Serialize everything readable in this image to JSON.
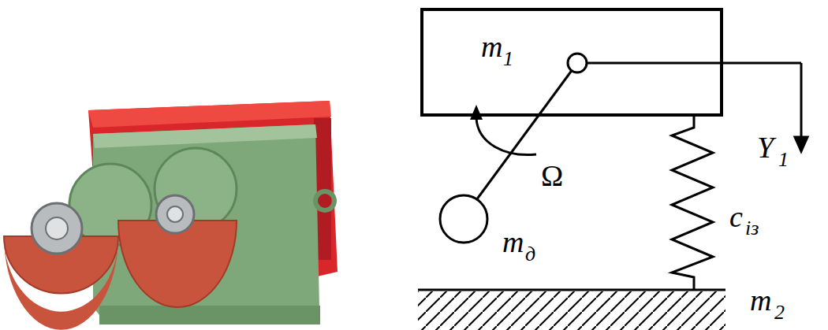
{
  "diagram": {
    "nodes": [
      {
        "text": [
          "m",
          "1"
        ]
      }
    ],
    "labels": [
      "Y",
      "1",
      "Ω",
      "m",
      "д",
      "c",
      "із",
      "m",
      "2"
    ]
  }
}
